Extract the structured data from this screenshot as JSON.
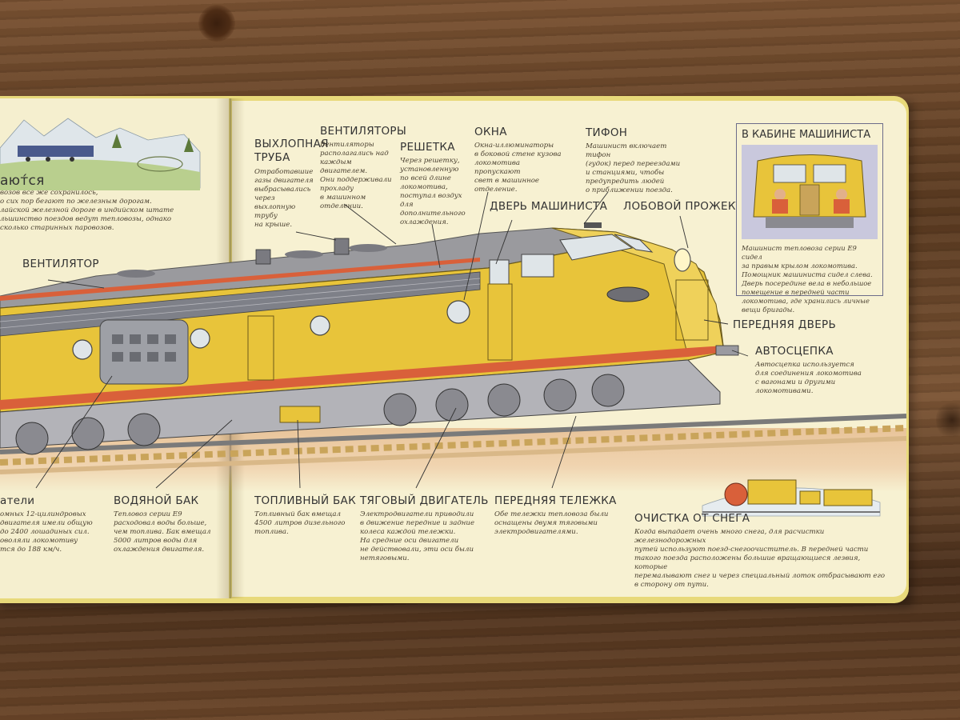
{
  "left_page": {
    "header_partial": "ают́ся",
    "header_text": "ают́ся",
    "intro_lines": [
      "возов все же сохранилось,",
      "о сих пор бегают по железным дорогам.",
      "лайской железной дороге в индийском штате",
      "льшинство поездов ведут тепловозы, однако",
      "сколько старинных паровозов."
    ],
    "fan_label": "ВЕНТИЛЯТОР",
    "engines_label": "атели",
    "engines_lines": [
      "омных 12-цилиндровых",
      "двигателя имели общую",
      "до 2400 лошадиных сил.",
      "оволяли локомотиву",
      "тся до 188 км/ч."
    ],
    "water_tank_label": "ВОДЯНОЙ БАК",
    "water_tank_lines": [
      "Тепловоз серии E9",
      "расходовал воды больше,",
      "чем топлива. Бак вмещал",
      "5000 литров воды для",
      "охлаждения двигателя."
    ]
  },
  "labels": {
    "exhaust": "ВЫХЛОПНАЯ\nТРУБА",
    "exhaust_l1": "ВЫХЛОПНАЯ",
    "exhaust_l2": "ТРУБА",
    "fans": "ВЕНТИЛЯТОРЫ",
    "grille": "РЕШЕТКА",
    "windows": "ОКНА",
    "driver_door": "ДВЕРЬ МАШИНИСТА",
    "horn": "ТИФОН",
    "headlight": "ЛОБОВОЙ ПРОЖЕКТОР",
    "front_door": "ПЕРЕДНЯЯ ДВЕРЬ",
    "coupler": "АВТОСЦЕПКА",
    "fuel_tank": "ТОПЛИВНЫЙ БАК",
    "traction_motor": "ТЯГОВЫЙ ДВИГАТЕЛЬ",
    "front_truck": "ПЕРЕДНЯЯ ТЕЛЕЖКА",
    "snow": "ОЧИСТКА ОТ СНЕГА"
  },
  "descriptions": {
    "exhaust": [
      "Отработавшие",
      "газы двигателя",
      "выбрасывались",
      "через",
      "выхлопную",
      "трубу",
      "на крыше."
    ],
    "fans": [
      "Вентиляторы",
      "располагались над",
      "каждым двигателем.",
      "Они поддерживали",
      "прохладу",
      "в машинном",
      "отделении."
    ],
    "grille": [
      "Через решетку,",
      "установленную",
      "по всей длине",
      "локомотива,",
      "поступал воздух",
      "для дополнительного",
      "охлаждения."
    ],
    "windows": [
      "Окна-иллюминаторы",
      "в боковой стене кузова",
      "локомотива пропускают",
      "свет в машинное",
      "отделение."
    ],
    "horn": [
      "Машинист включает тифон",
      "(гудок) перед переездами",
      "и станциями, чтобы",
      "предупредить людей",
      "о приближении поезда."
    ],
    "coupler": [
      "Автосцепка используется",
      "для соединения локомотива",
      "с вагонами и другими",
      "локомотивами."
    ],
    "fuel_tank": [
      "Топливный бак вмещал",
      "4500 литров дизельного",
      "топлива."
    ],
    "traction_motor": [
      "Электродвигатели приводили",
      "в движение передние и задние",
      "колеса каждой тележки.",
      "На средние оси двигатели",
      "не действовали, эти оси были",
      "нетяговыми."
    ],
    "front_truck": [
      "Обе тележки тепловоза были",
      "оснащены двумя тяговыми",
      "электродвигателями."
    ],
    "snow": [
      "Когда выпадает очень много снега, для расчистки железнодорожных",
      "путей используют поезд-снегоочиститель. В передней части",
      "такого поезда расположены большие вращающиеся лезвия, которые",
      "перемалывают снег и через специальный лоток отбрасывают его",
      "в сторону от пути."
    ]
  },
  "cab_box": {
    "title": "В КАБИНЕ МАШИНИСТА",
    "lines": [
      "Машинист тепловоза серии E9 сидел",
      "за правым крылом локомотива.",
      "Помощник машиниста сидел слева.",
      "Дверь посередине вела в небольшое",
      "помещение в передней части",
      "локомотива, где хранились личные",
      "вещи бригады."
    ]
  },
  "colors": {
    "locomotive_body": "#e8c43a",
    "locomotive_stripe": "#d9603a",
    "roof": "#8a8a8e",
    "page": "#f7f1d2",
    "cover": "#e8d97a"
  }
}
